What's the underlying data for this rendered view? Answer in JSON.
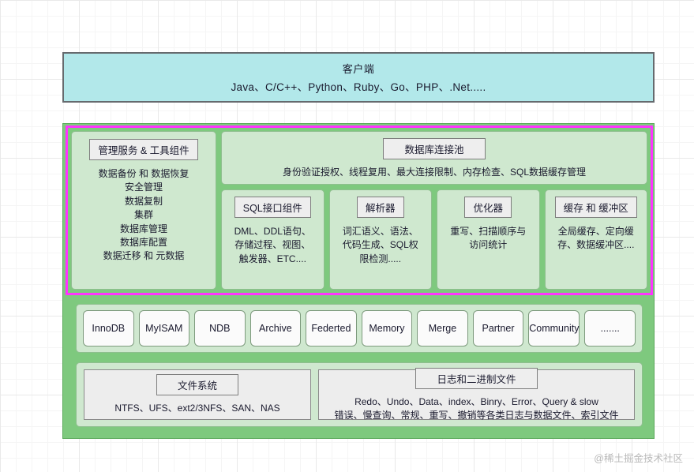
{
  "client": {
    "title": "客户端",
    "languages": "Java、C/C++、Python、Ruby、Go、PHP、.Net....."
  },
  "sql_layer": {
    "management": {
      "header": "管理服务 & 工具组件",
      "items": "数据备份 和 数据恢复\n安全管理\n数据复制\n集群\n数据库管理\n数据库配置\n数据迁移 和 元数据"
    },
    "connection_pool": {
      "header": "数据库连接池",
      "features": "身份验证授权、线程复用、最大连接限制、内存检查、SQL数据缓存管理"
    },
    "components": [
      {
        "header": "SQL接口组件",
        "items": "DML、DDL语句、\n存储过程、视图、\n触发器、ETC...."
      },
      {
        "header": "解析器",
        "items": "词汇语义、语法、\n代码生成、SQL权\n限检测....."
      },
      {
        "header": "优化器",
        "items": "重写、扫描顺序与\n访问统计"
      },
      {
        "header": "缓存 和 缓冲区",
        "items": "全局缓存、定向缓\n存、数据缓冲区...."
      }
    ]
  },
  "storage_engines": [
    "InnoDB",
    "MyISAM",
    "NDB",
    "Archive",
    "Federted",
    "Memory",
    "Merge",
    "Partner",
    "Community",
    "......."
  ],
  "file_layer": {
    "filesystem": {
      "header": "文件系统",
      "items": "NTFS、UFS、ext2/3NFS、SAN、NAS"
    },
    "logs": {
      "header": "日志和二进制文件",
      "items": "Redo、Undo、Data、index、Binry、Error、Query & slow\n错误、慢查询、常规、重写、撤销等各类日志与数据文件、索引文件"
    }
  },
  "watermark": "@稀土掘金技术社区",
  "colors": {
    "client_fill": "#b2e8ea",
    "server_fill": "#7ec97e",
    "panel_fill": "#cfe8cf",
    "highlight_border": "#ff33ff",
    "header_fill": "#eeeeee"
  }
}
